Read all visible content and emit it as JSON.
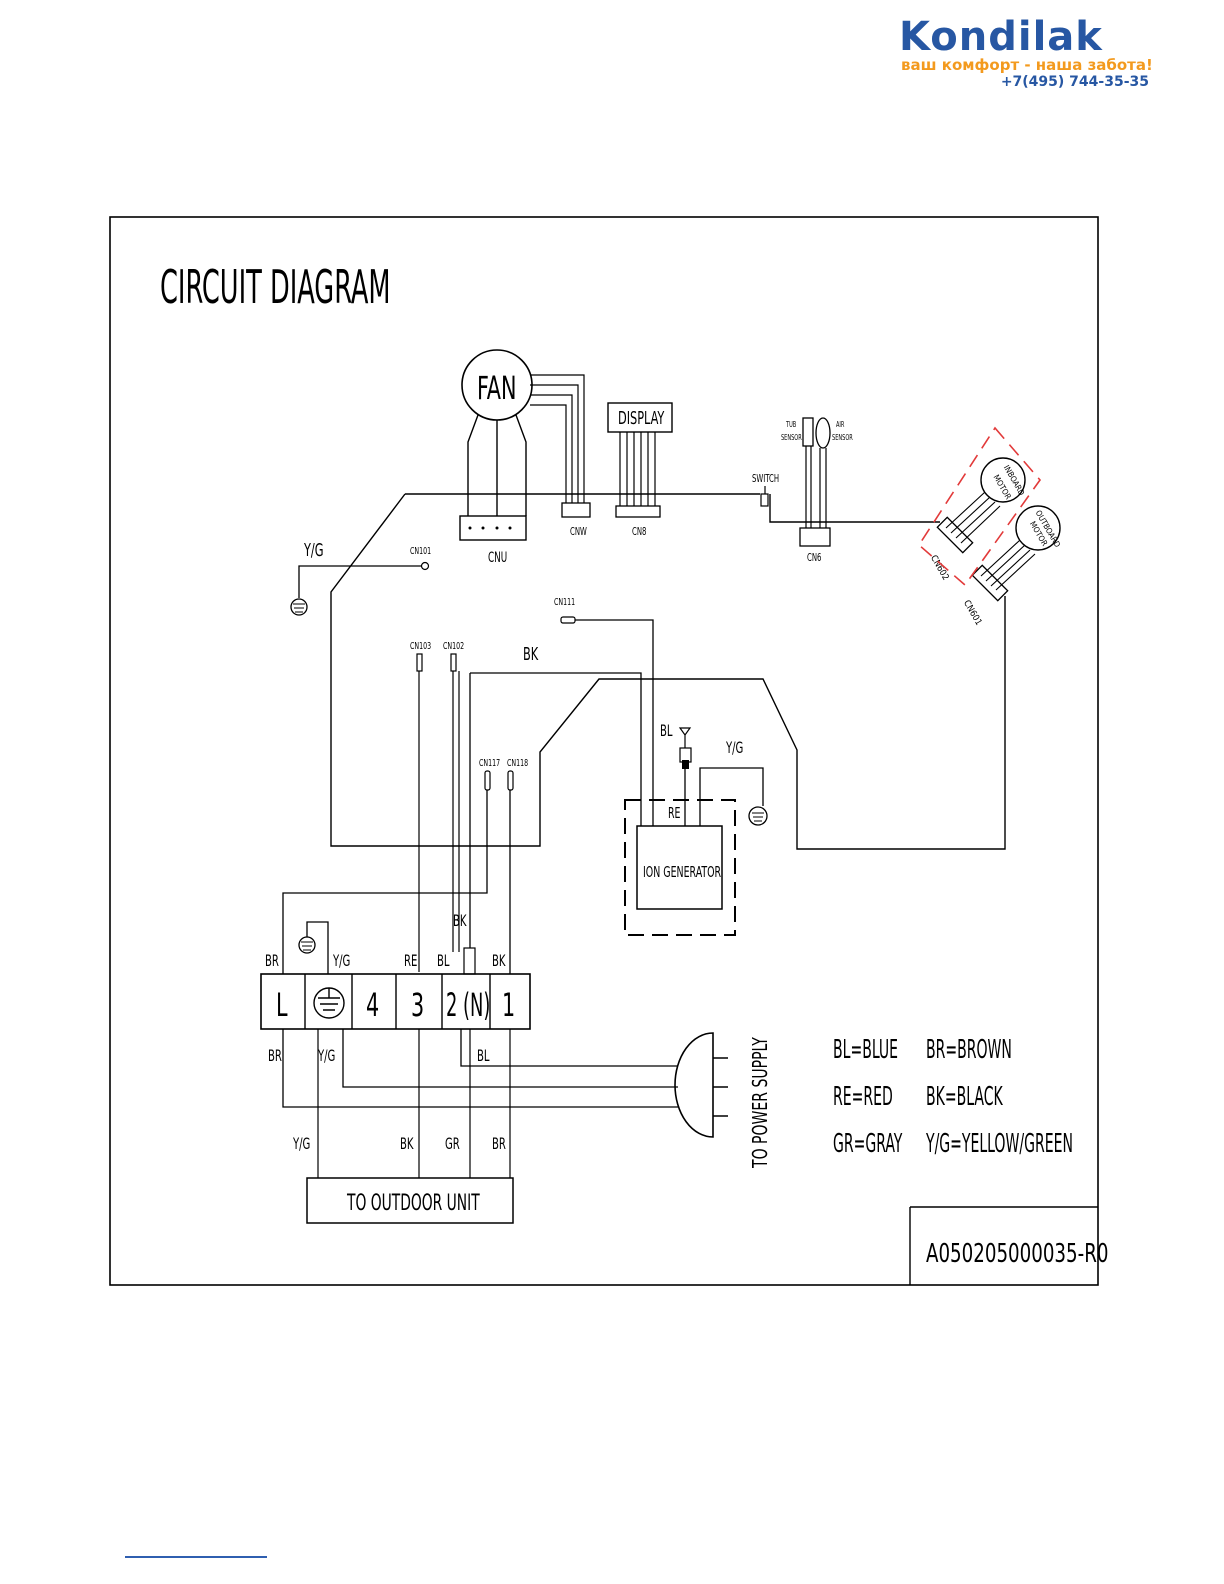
{
  "logo": {
    "name": "Kondilak",
    "slogan": "ваш комфорт - наша забота!",
    "phone": "+7(495) 744-35-35"
  },
  "diagram": {
    "title": "CIRCUIT DIAGRAM",
    "fan_label": "FAN",
    "display_label": "DISPLAY",
    "connectors": {
      "cnu": "CNU",
      "cnw": "CNW",
      "cn8": "CN8",
      "cn6": "CN6",
      "cn101": "CN101",
      "cn103": "CN103",
      "cn102": "CN102",
      "cn111": "CN111",
      "cn117": "CN117",
      "cn118": "CN118",
      "cn601": "CN601",
      "cn602": "CN602"
    },
    "switch_label": "SWITCH",
    "tube_sensor": [
      "TUB",
      "SENSOR"
    ],
    "air_sensor": [
      "AIR",
      "SENSOR"
    ],
    "inboard_motor": [
      "INBOARD",
      "MOTOR"
    ],
    "outboard_motor": [
      "OUTBOARD",
      "MOTOR"
    ],
    "ion_generator": "ION GENERATOR",
    "wire_labels": {
      "yg_ground": "Y/G",
      "bk_top": "BK",
      "bl_ion": "BL",
      "yg_ion": "Y/G",
      "re_ion": "RE",
      "bk_vertical": "BK",
      "br_top": "BR",
      "yg_top": "Y/G",
      "re_top": "RE",
      "bl_top": "BL",
      "bk_term_top": "BK",
      "br_bottom": "BR",
      "yg_bottom": "Y/G",
      "bl_bottom": "BL",
      "yg_out": "Y/G",
      "bk_out": "BK",
      "gr_out": "GR",
      "br_out": "BR"
    },
    "terminals": [
      "L",
      "4",
      "3",
      "2 (N)",
      "1"
    ],
    "outdoor_unit": "TO OUTDOOR UNIT",
    "power_supply": "TO POWER SUPPLY",
    "legend": [
      "BL=BLUE",
      "BR=BROWN",
      "RE=RED",
      "BK=BLACK",
      "GR=GRAY",
      "Y/G=YELLOW/GREEN"
    ],
    "doc_number": "A050205000035-R0"
  }
}
